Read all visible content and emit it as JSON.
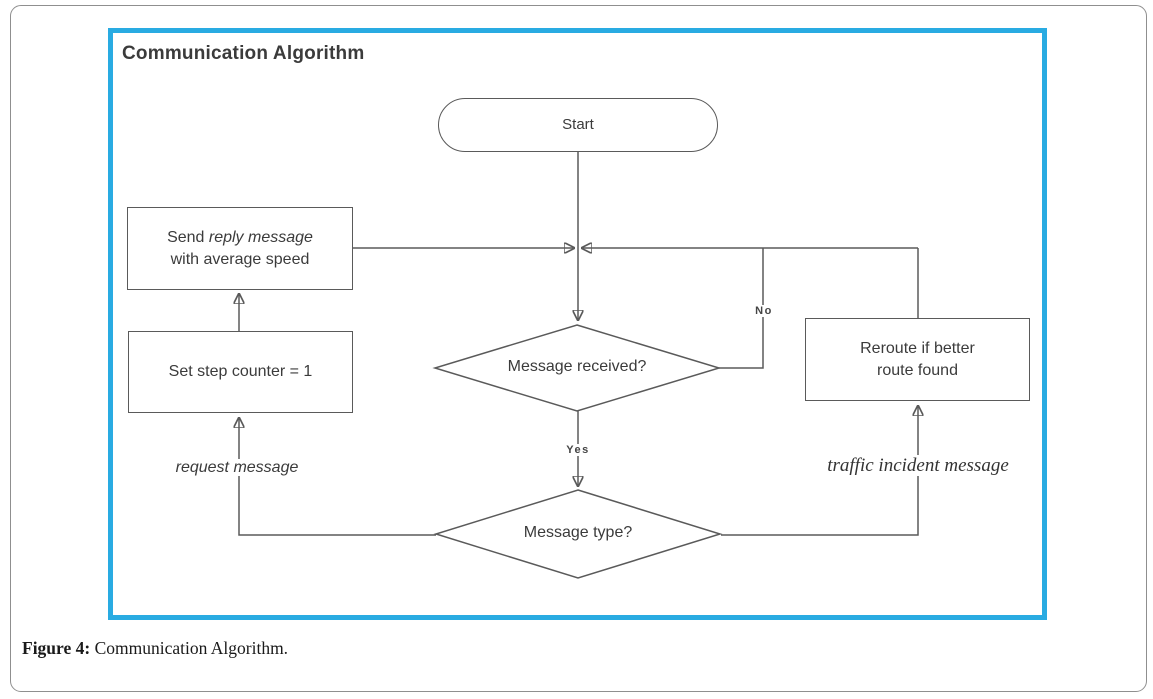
{
  "diagram": {
    "title": "Communication Algorithm",
    "colors": {
      "frame_accent": "#29abe2",
      "connector_line": "#5a5a5a",
      "arrowhead": "#1f1f1f",
      "text": "#3b3b3b",
      "page_border": "#8f8f8f"
    },
    "nodes": {
      "start": {
        "label": "Start"
      },
      "send_reply": {
        "prefix": "Send ",
        "italic": "reply message",
        "line2": "with average speed"
      },
      "set_step": {
        "label": "Set step counter = 1"
      },
      "reroute": {
        "line1": "Reroute if better",
        "line2": "route found"
      },
      "message_received": {
        "label": "Message received?"
      },
      "message_type": {
        "label": "Message type?"
      }
    },
    "edge_labels": {
      "no": "No",
      "yes": "Yes",
      "request": "request message",
      "traffic": "traffic incident message"
    }
  },
  "caption": {
    "prefix": "Figure 4:",
    "text": " Communication Algorithm."
  }
}
